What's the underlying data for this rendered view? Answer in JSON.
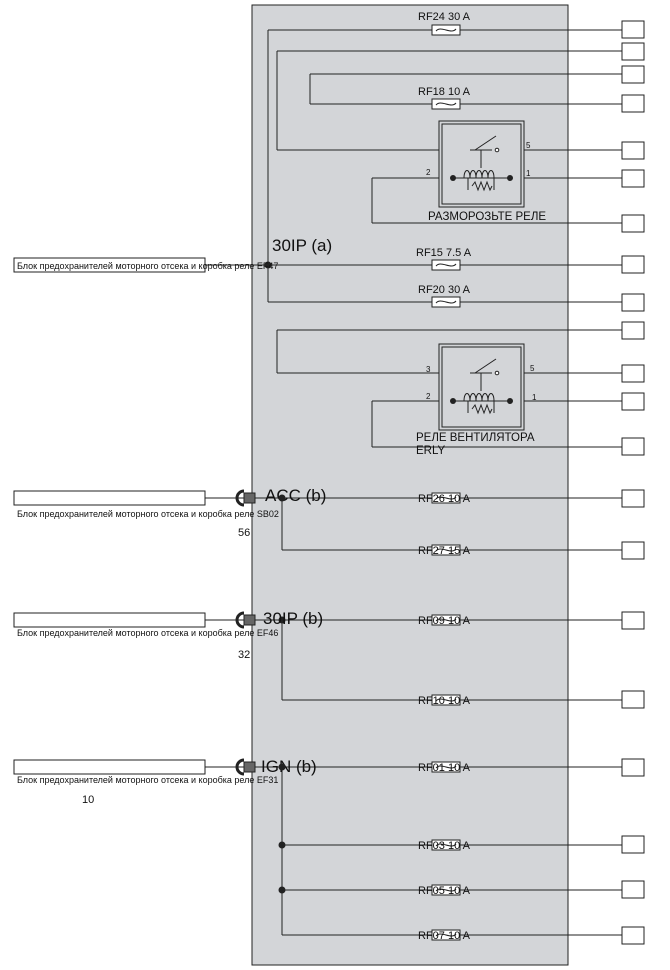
{
  "colors": {
    "panel": "#d3d5d8",
    "line": "#222222",
    "background": "#ffffff"
  },
  "fuses": {
    "rf24": "RF24 30 A",
    "rf18": "RF18 10 A",
    "rf15": "RF15 7.5 A",
    "rf20": "RF20 30 A",
    "rf26": "RF26 10 A",
    "rf27": "RF27 15 A",
    "rf09": "RF09 10 A",
    "rf10": "RF10 10 A",
    "rf01": "RF01 10 A",
    "rf03": "RF03 10 A",
    "rf05": "RF05 10 A",
    "rf07": "RF07 10 A"
  },
  "relays": {
    "defrost": {
      "label": "РАЗМОРОЗЬТЕ РЕЛЕ",
      "pins": [
        "2",
        "1",
        "5"
      ]
    },
    "fan": {
      "label_line1": "РЕЛЕ ВЕНТИЛЯТОРА",
      "label_line2": "ERLY",
      "pins": [
        "3",
        "2",
        "5",
        "1"
      ]
    }
  },
  "buses": {
    "ip30a": "30IP (a)",
    "acc": "ACC (b)",
    "ip30b": "30IP (b)",
    "ign": "IGN (b)"
  },
  "sources": {
    "ef47": "Блок предохранителей моторного отсека и коробка реле EF47",
    "sb02": "Блок предохранителей моторного отсека и коробка реле SB02",
    "ef46": "Блок предохранителей моторного отсека и коробка реле EF46",
    "ef31": "Блок предохранителей моторного отсека и коробка реле EF31"
  },
  "connector_pins": {
    "acc": "56",
    "ip30b": "32",
    "ign": "10"
  }
}
